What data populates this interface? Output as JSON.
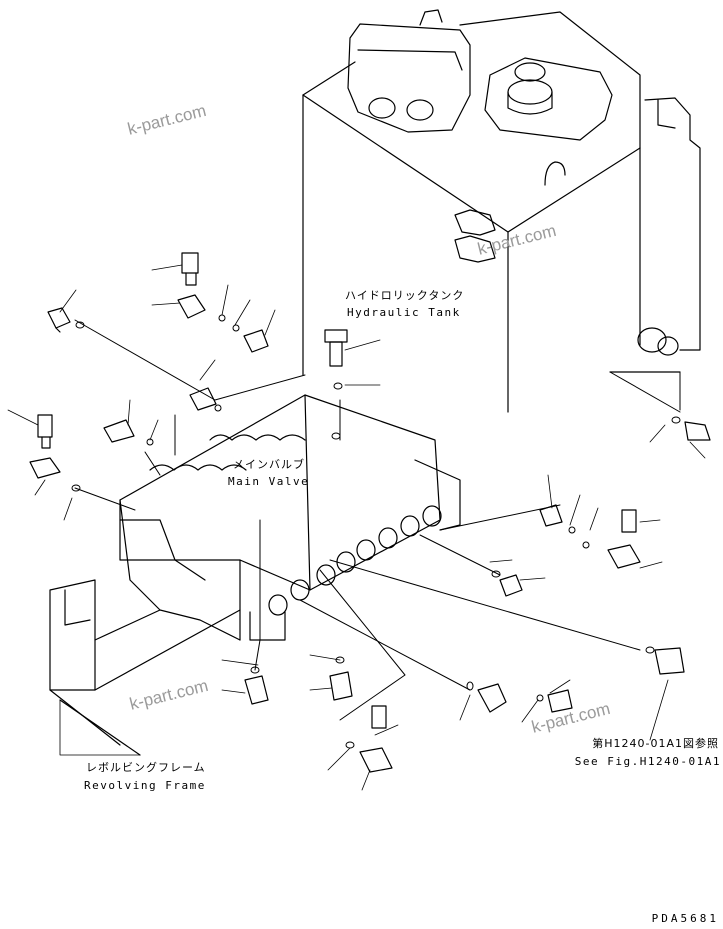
{
  "labels": {
    "hydraulic_tank_jp": "ハイドロリックタンク",
    "hydraulic_tank_en": "Hydraulic Tank",
    "main_valve_jp": "メインバルブ",
    "main_valve_en": "Main Valve",
    "revolving_frame_jp": "レボルビングフレーム",
    "revolving_frame_en": "Revolving Frame",
    "see_fig_jp": "第H1240-01A1図参照",
    "see_fig_en": "See Fig.H1240-01A1",
    "drawing_code": "PDA5681"
  },
  "watermarks": {
    "w1": "k-part.com",
    "w2": "k-part.com",
    "w3": "k-part.com",
    "w4": "k-part.com"
  }
}
